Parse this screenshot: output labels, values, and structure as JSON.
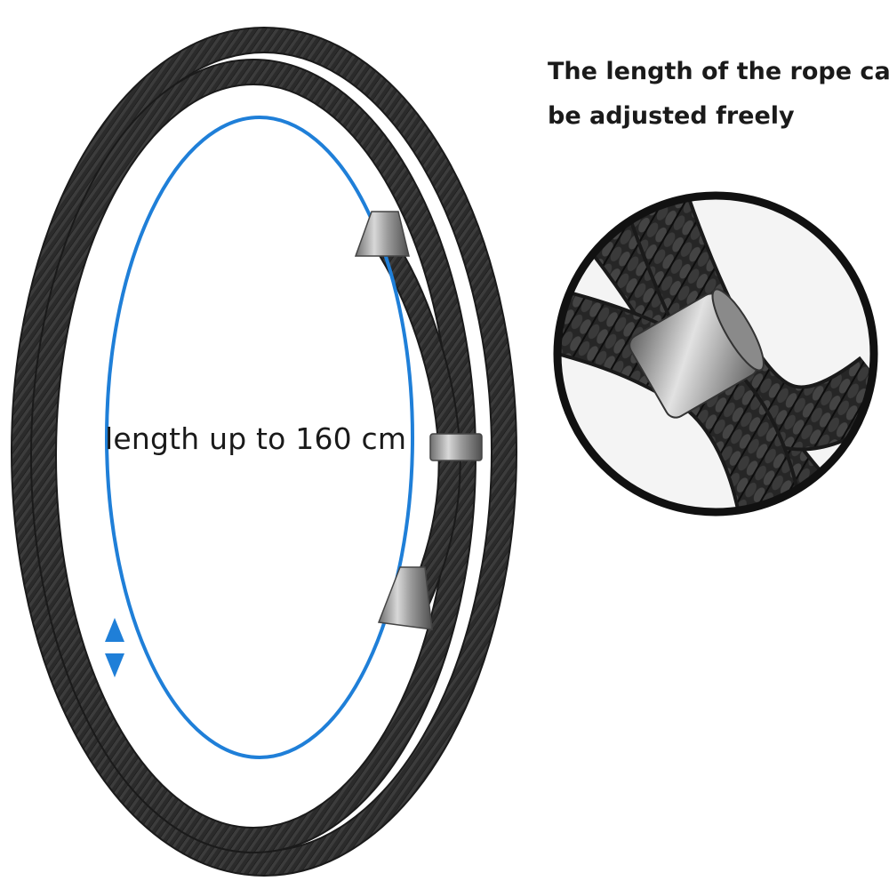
{
  "measurement": {
    "label": "length up to 160 cm"
  },
  "detail": {
    "caption_line1": "The length of the rope can",
    "caption_line2": "be adjusted freely"
  },
  "colors": {
    "rope": "#2a2a2a",
    "rope_highlight": "#6a6a6a",
    "arrow": "#1f7fd8",
    "metal": "#a9a9a9",
    "zoom_ring": "#111111"
  },
  "icons": {
    "arrow_up": "arrowhead-up-icon",
    "arrow_down": "arrowhead-down-icon"
  }
}
